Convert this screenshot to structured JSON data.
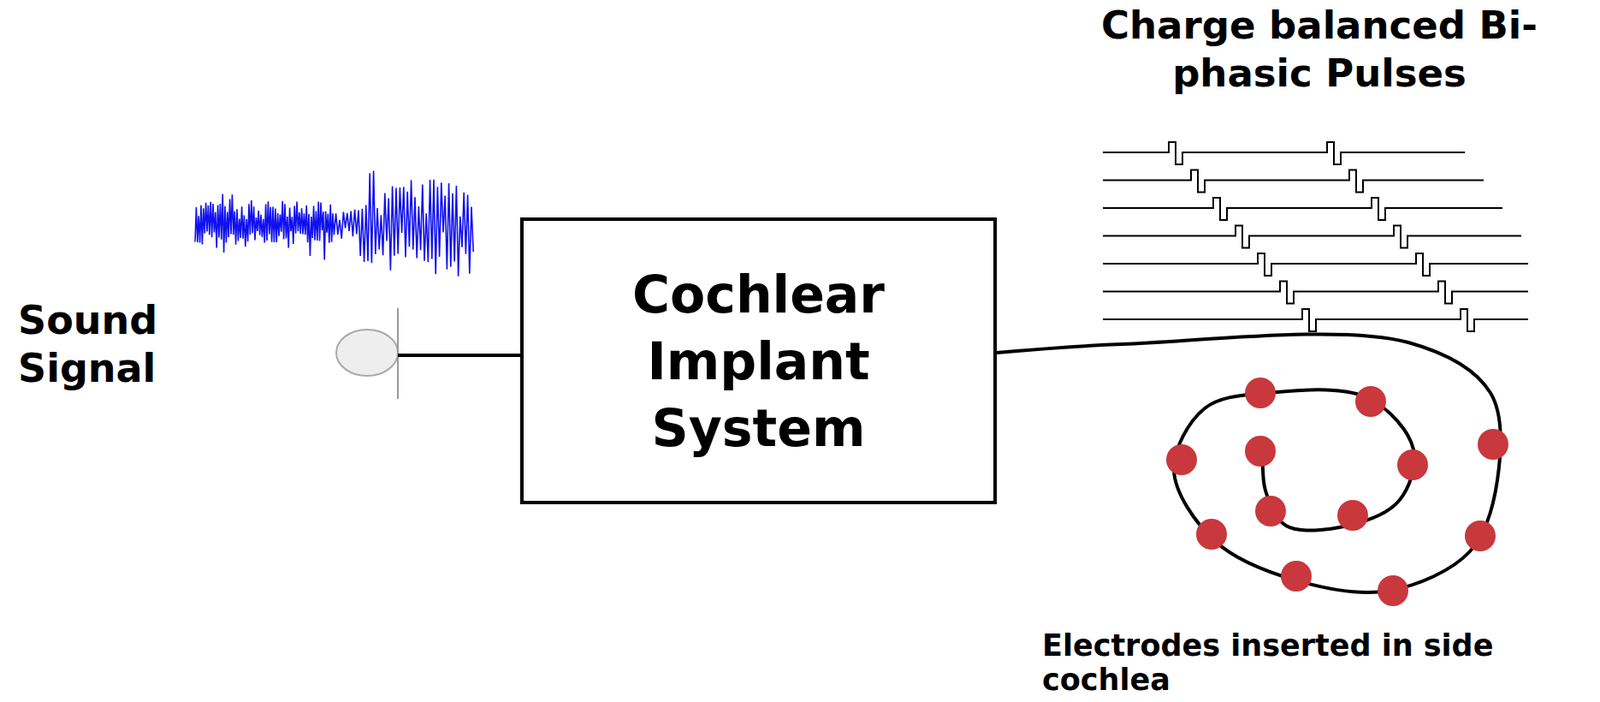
{
  "diagram": {
    "nodes": [
      {
        "text": [
          "Cochlear Implant System"
        ]
      }
    ],
    "labels": [
      "Sound Signal",
      "Charge balanced Bi-phasic Pulses",
      "Electrodes inserted in side cochlea"
    ]
  }
}
